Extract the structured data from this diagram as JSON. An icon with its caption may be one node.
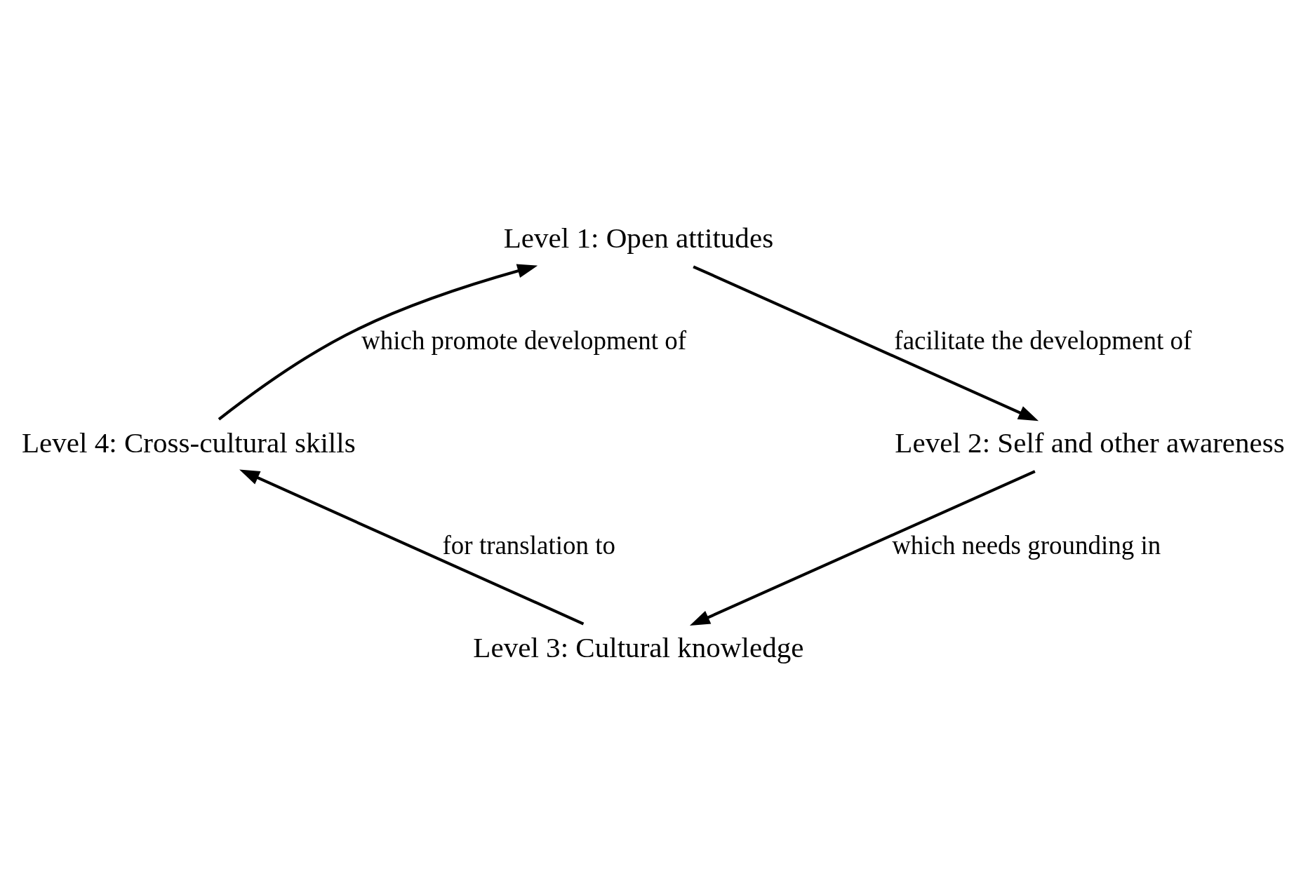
{
  "diagram": {
    "nodes": [
      {
        "text": [
          "Level 1: Open attitudes"
        ]
      },
      {
        "text": [
          "Level 2: Self and other awareness"
        ]
      },
      {
        "text": [
          "Level 3: Cultural knowledge"
        ]
      },
      {
        "text": [
          "Level 4: Cross-cultural skills"
        ]
      }
    ],
    "edges": [
      {
        "from": 0,
        "to": 1,
        "arrow": "to",
        "label": "facilitate the development of"
      },
      {
        "from": 1,
        "to": 2,
        "arrow": "to",
        "label": "which needs grounding in"
      },
      {
        "from": 2,
        "to": 3,
        "arrow": "to",
        "label": "for translation to"
      },
      {
        "from": 3,
        "to": 0,
        "arrow": "to",
        "label": "which promote development of"
      }
    ]
  }
}
